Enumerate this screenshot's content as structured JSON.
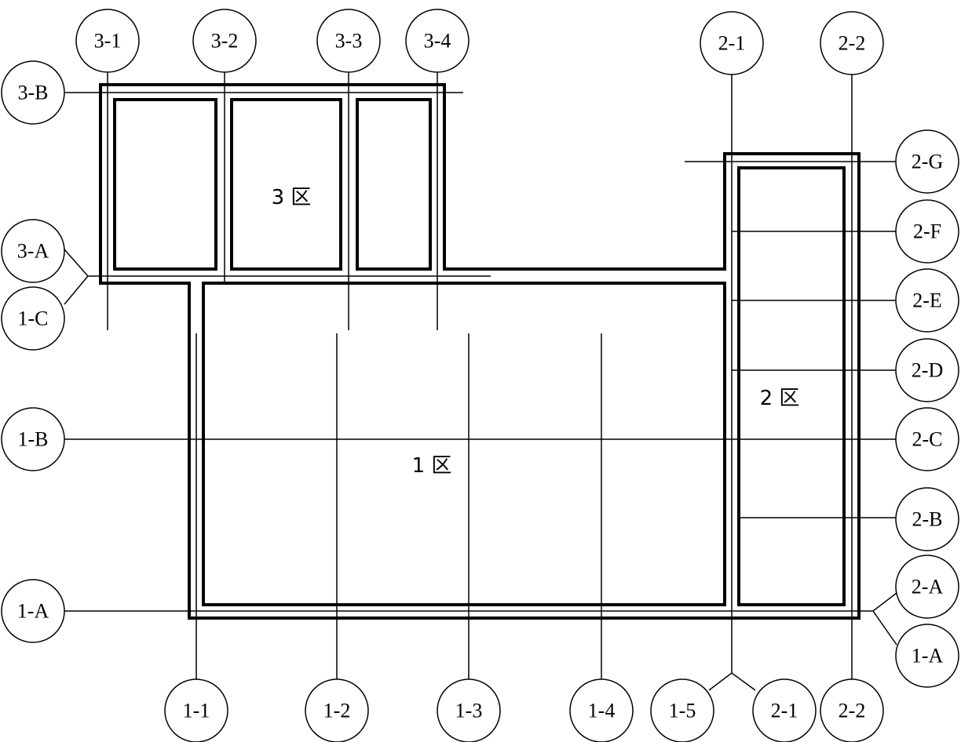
{
  "zones": {
    "zone1": "1 区",
    "zone2": "2 区",
    "zone3": "3 区"
  },
  "axis_labels": {
    "a_3_1": "3-1",
    "a_3_2": "3-2",
    "a_3_3": "3-3",
    "a_3_4": "3-4",
    "a_2_1_top": "2-1",
    "a_2_2_top": "2-2",
    "a_3_B": "3-B",
    "a_2_G": "2-G",
    "a_2_F": "2-F",
    "a_3_A": "3-A",
    "a_1_C": "1-C",
    "a_2_E": "2-E",
    "a_2_D": "2-D",
    "a_1_B": "1-B",
    "a_2_C": "2-C",
    "a_2_B": "2-B",
    "a_2_A": "2-A",
    "a_1_A_left": "1-A",
    "a_1_A_right": "1-A",
    "a_1_1": "1-1",
    "a_1_2": "1-2",
    "a_1_3": "1-3",
    "a_1_4": "1-4",
    "a_1_5": "1-5",
    "a_2_1_bottom": "2-1",
    "a_2_2_bottom": "2-2"
  }
}
